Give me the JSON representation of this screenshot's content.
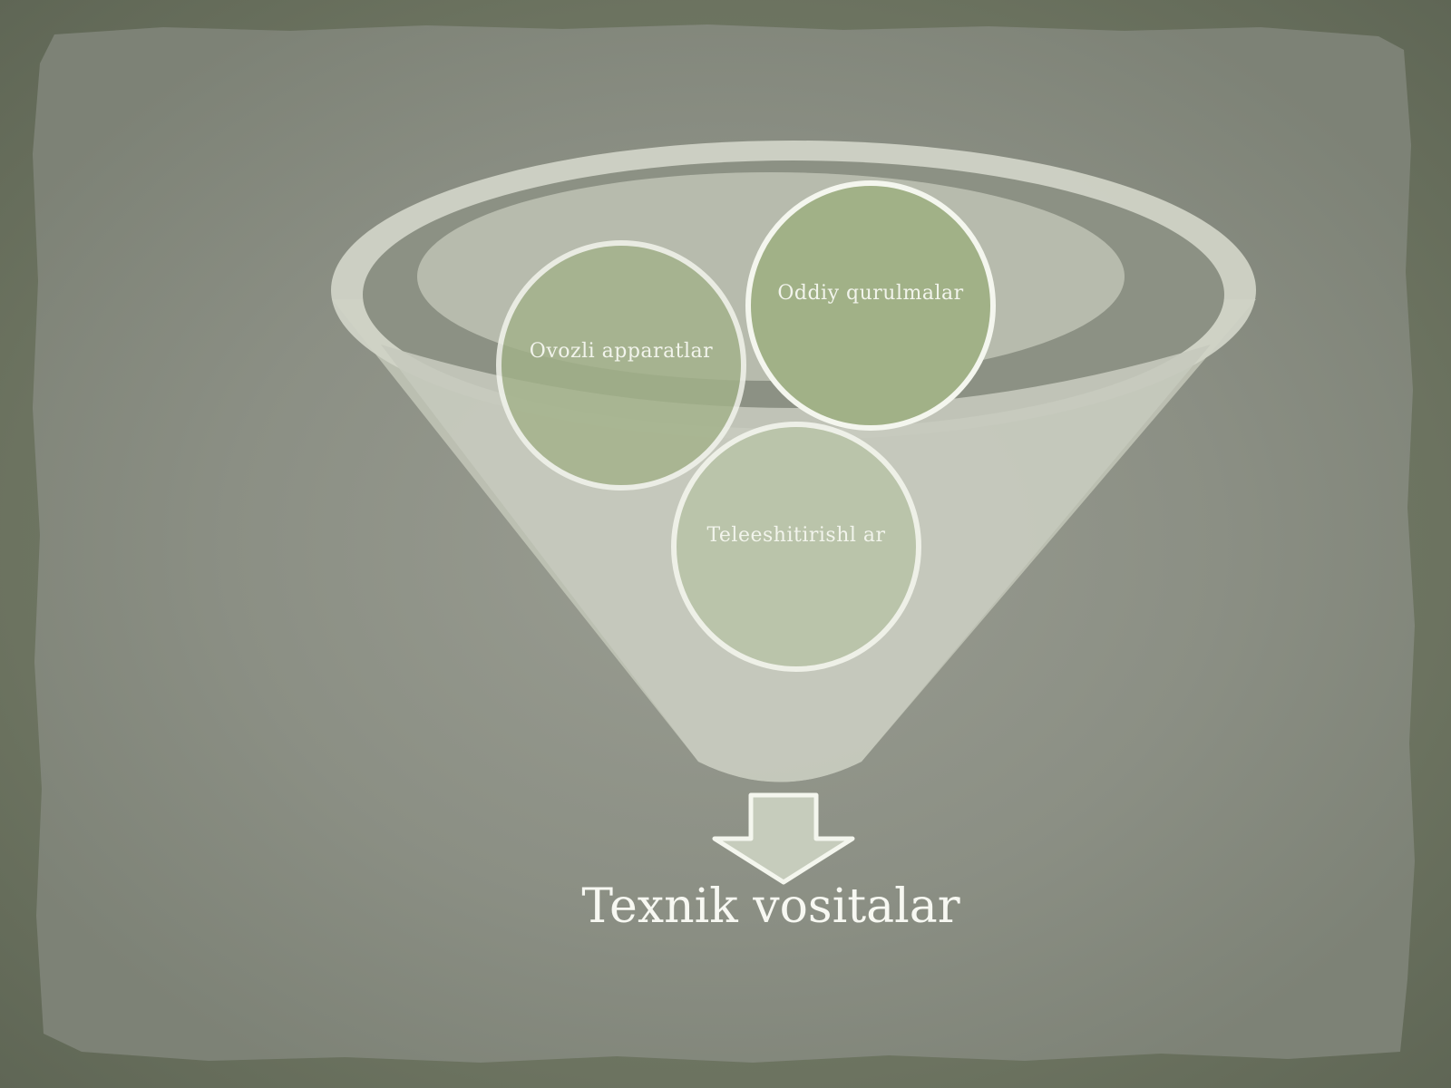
{
  "diagram": {
    "type": "funnel",
    "items": [
      {
        "label": "Ovozli apparatlar"
      },
      {
        "label": "Oddiy qurulmalar"
      },
      {
        "label": "Teleeshitirishl ar"
      }
    ],
    "result": {
      "label": "Texnik vositalar"
    }
  },
  "colors": {
    "background": "#6c7360",
    "paper": "#8d9185",
    "funnel": "#c9cdbf",
    "circle_fill": "#a4b48c",
    "circle_stroke": "#f4f6ee",
    "text": "#f2f4ec"
  },
  "icons": [
    "funnel-icon",
    "down-arrow-icon"
  ]
}
